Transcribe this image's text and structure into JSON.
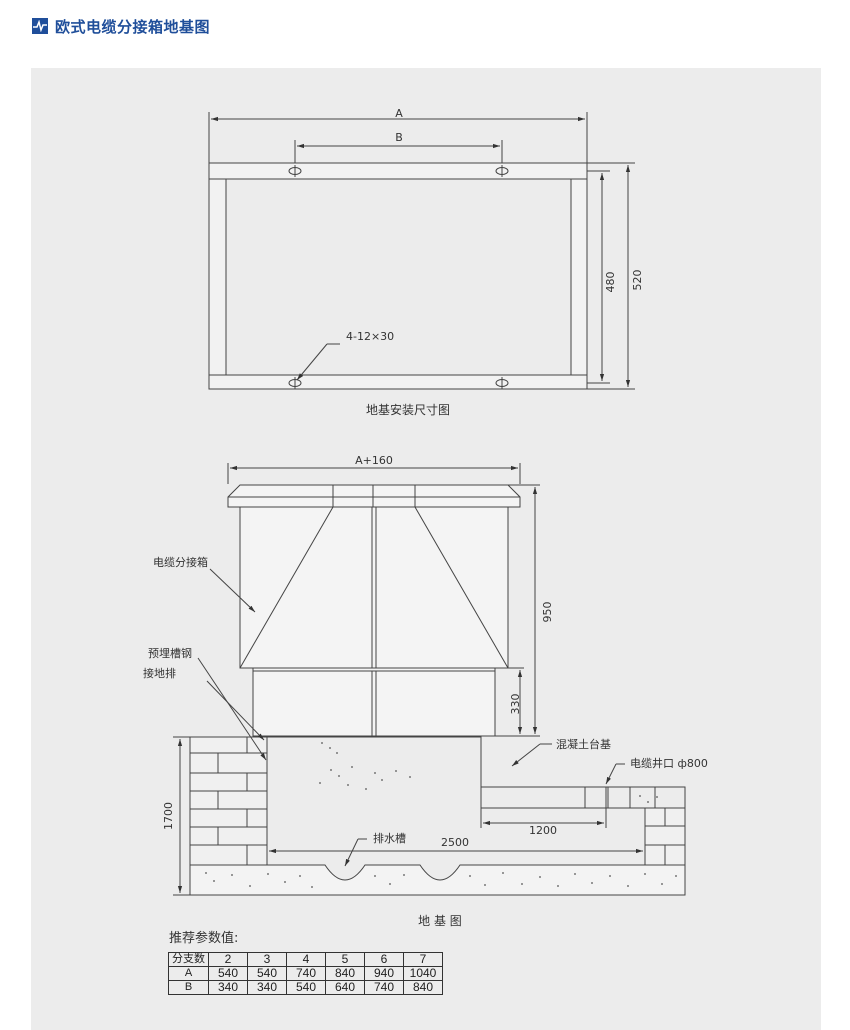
{
  "header": {
    "title": "欧式电缆分接箱地基图",
    "icon": "pulse-icon",
    "accent": "#1f4e9a"
  },
  "top_drawing": {
    "dim_a": "A",
    "dim_b": "B",
    "dim_480": "480",
    "dim_520": "520",
    "hole_label": "4-12×30",
    "caption": "地基安装尺寸图"
  },
  "foundation_drawing": {
    "dim_a160": "A+160",
    "dim_950": "950",
    "dim_330": "330",
    "dim_1700": "1700",
    "dim_1200": "1200",
    "dim_2500": "2500",
    "label_box": "电缆分接箱",
    "label_channel": "预埋槽钢",
    "label_ground": "接地排",
    "label_concrete": "混凝土台基",
    "label_well": "电缆井口 ф800",
    "label_drain": "排水槽",
    "caption": "地 基 图"
  },
  "params": {
    "title": "推荐参数值:",
    "header": [
      "分支数",
      "2",
      "3",
      "4",
      "5",
      "6",
      "7"
    ],
    "rows": [
      [
        "A",
        "540",
        "540",
        "740",
        "840",
        "940",
        "1040"
      ],
      [
        "B",
        "340",
        "340",
        "540",
        "640",
        "740",
        "840"
      ]
    ]
  }
}
